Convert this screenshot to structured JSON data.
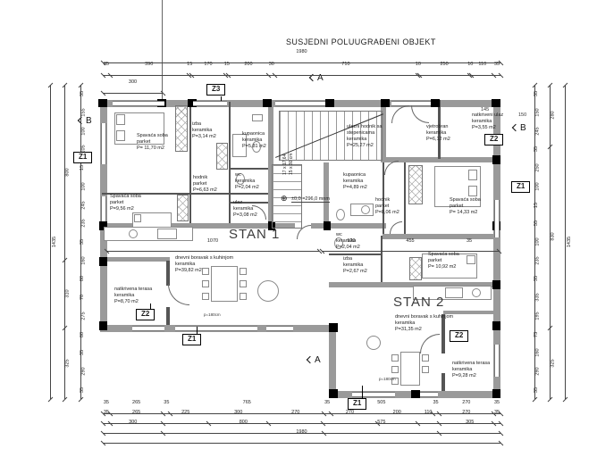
{
  "title": "SUSJEDNI POLUUGRAĐENI OBJEKT",
  "apartments": {
    "stan1": "STAN 1",
    "stan2": "STAN 2"
  },
  "level_mark": "±0,0 =296,0 mnm",
  "stairs_note": {
    "line1": "17 x 17,64",
    "line2": "15 x 30 cm"
  },
  "window_note": "p=180cm",
  "markers": {
    "z1": "Z1",
    "z2": "Z2",
    "z3": "Z3",
    "a": "A",
    "b": "B"
  },
  "rooms": [
    {
      "id": "stan1-spavaca1",
      "l1": "Spavaća soba",
      "l2": "parket",
      "l3": "P= 11,70 m2"
    },
    {
      "id": "stan1-izba",
      "l1": "izba",
      "l2": "keramika",
      "l3": "P=3,14 m2"
    },
    {
      "id": "stan1-kupaonica",
      "l1": "kupaonica",
      "l2": "keramika",
      "l3": "P=5,81 m2"
    },
    {
      "id": "stan1-spavaca2",
      "l1": "Spavaća soba",
      "l2": "parket",
      "l3": "P=9,56 m2"
    },
    {
      "id": "stan1-hodnik",
      "l1": "hodnik",
      "l2": "parket",
      "l3": "P=6,63 m2"
    },
    {
      "id": "stan1-wc",
      "l1": "wc",
      "l2": "keramika",
      "l3": "P=2,04 m2"
    },
    {
      "id": "stan1-ulaz",
      "l1": "ulaz",
      "l2": "keramika",
      "l3": "P=3,08 m2"
    },
    {
      "id": "ulazni-hodnik",
      "l1": "ulazni hodnik sa stepenicama",
      "l2": "keramika",
      "l3": "P=25,27 m2"
    },
    {
      "id": "vjetrobran",
      "l1": "vjetrobran",
      "l2": "keramika",
      "l3": "P=6,12 m2"
    },
    {
      "id": "natkriveni-ulaz",
      "l1": "natkriveni ulaz",
      "l2": "keramika",
      "l3": "P=3,55 m2"
    },
    {
      "id": "stan2-kupaonica",
      "l1": "kupaonica",
      "l2": "keramika",
      "l3": "P=4,89 m2"
    },
    {
      "id": "stan2-hodnik",
      "l1": "hodnik",
      "l2": "parket",
      "l3": "P=8,06 m2"
    },
    {
      "id": "stan2-spavaca1",
      "l1": "Spavaća soba",
      "l2": "parket",
      "l3": "P= 14,33 m2"
    },
    {
      "id": "stan2-wc",
      "l1": "wc",
      "l2": "keramika",
      "l3": "P=2,04 m2"
    },
    {
      "id": "stan2-izba",
      "l1": "izba",
      "l2": "keramika",
      "l3": "P=2,67 m2"
    },
    {
      "id": "stan2-spavaca2",
      "l1": "Spavaća soba",
      "l2": "parket",
      "l3": "P= 10,92 m2"
    },
    {
      "id": "stan1-dnevni",
      "l1": "dnevni boravak s kuhinjom",
      "l2": "keramika",
      "l3": "P=39,82 m2"
    },
    {
      "id": "stan1-terasa",
      "l1": "natkrivena terasa",
      "l2": "keramika",
      "l3": "P=8,70 m2"
    },
    {
      "id": "stan2-dnevni",
      "l1": "dnevni boravak s kuhinjom",
      "l2": "keramika",
      "l3": "P=31,35 m2"
    },
    {
      "id": "stan2-terasa",
      "l1": "natkrivena terasa",
      "l2": "keramika",
      "l3": "P=9,28 m2"
    }
  ],
  "dimensions": {
    "top_total": [
      "1980"
    ],
    "top_segments": [
      "35",
      "390",
      "15",
      "170",
      "15",
      "200",
      "30",
      "710",
      "10",
      "250",
      "10",
      "110",
      "35"
    ],
    "top_left": [
      "300"
    ],
    "bottom_row1": [
      "35",
      "265",
      "35",
      "765",
      "35",
      "505",
      "35",
      "270",
      "35"
    ],
    "bottom_row2": [
      "35",
      "265",
      "225",
      "300",
      "270",
      "270",
      "200",
      "110",
      "270",
      "35"
    ],
    "bottom_row3": [
      "300",
      "800",
      "575",
      "305"
    ],
    "bottom_total": [
      "1980"
    ],
    "left_segments": [
      "35",
      "155",
      "100",
      "105",
      "15",
      "100",
      "245",
      "235",
      "35",
      "160",
      "80",
      "70",
      "275",
      "80",
      "35",
      "290",
      "35"
    ],
    "left_groups": [
      "800",
      "310",
      "325"
    ],
    "left_total": [
      "1435"
    ],
    "right_segments": [
      "35",
      "150",
      "245",
      "35",
      "250",
      "100",
      "15",
      "55",
      "100",
      "235",
      "35",
      "335",
      "195",
      "73",
      "160",
      "290",
      "35"
    ],
    "right_groups": [
      "280",
      "830",
      "325"
    ],
    "right_total": [
      "1435"
    ],
    "mid_stan1": [
      "1070"
    ],
    "mid_stan2": [
      "120",
      "455",
      "35"
    ],
    "dim_145": "145",
    "dim_150": "150"
  }
}
